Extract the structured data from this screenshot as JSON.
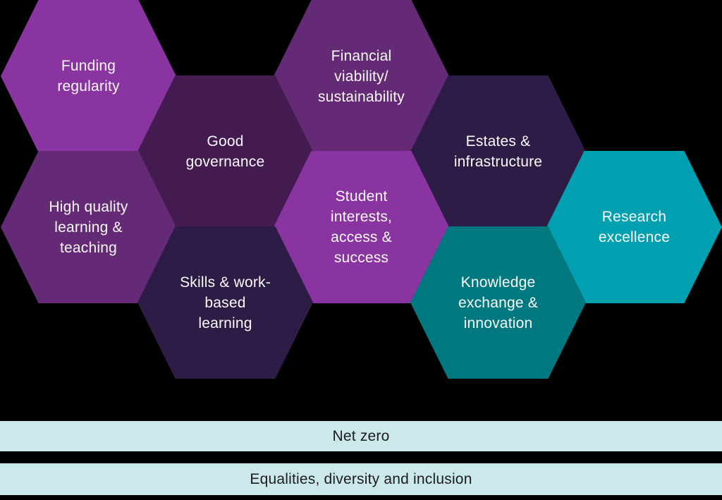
{
  "colors": {
    "background": "#000000",
    "hex_text": "#FCFBFD",
    "bright_purple": "#8934A0",
    "medium_purple": "#642A75",
    "dark_plum": "#431B51",
    "dark_indigo": "#2D1C46",
    "bright_teal": "#00A0B0",
    "dark_teal": "#00787F",
    "bar_fill": "#CBE8EB",
    "bar_text": "#1C1C1C"
  },
  "hexagons": [
    {
      "id": "funding-regularity",
      "label": "Funding\nregularity",
      "color": "#8934A0"
    },
    {
      "id": "financial-viability-sustainability",
      "label": "Financial\nviability/\nsustainability",
      "color": "#642A75"
    },
    {
      "id": "good-governance",
      "label": "Good\ngovernance",
      "color": "#431B51"
    },
    {
      "id": "estates-infrastructure",
      "label": "Estates &\ninfrastructure",
      "color": "#2D1C46"
    },
    {
      "id": "high-quality-learning-teaching",
      "label": "High quality\nlearning &\nteaching",
      "color": "#642A75"
    },
    {
      "id": "student-interests-access-success",
      "label": "Student\ninterests,\naccess &\nsuccess",
      "color": "#8934A0"
    },
    {
      "id": "research-excellence",
      "label": "Research\nexcellence",
      "color": "#00A0B0"
    },
    {
      "id": "skills-work-based-learning",
      "label": "Skills & work-\nbased\nlearning",
      "color": "#2D1C46"
    },
    {
      "id": "knowledge-exchange-innovation",
      "label": "Knowledge\nexchange &\ninnovation",
      "color": "#00787F"
    }
  ],
  "bars": [
    {
      "id": "net-zero",
      "label": "Net zero",
      "color": "#CBE8EB",
      "text_color": "#1C1C1C"
    },
    {
      "id": "equalities-diversity-inclusion",
      "label": "Equalities, diversity and inclusion",
      "color": "#CBE8EB",
      "text_color": "#1C1C1C"
    }
  ]
}
